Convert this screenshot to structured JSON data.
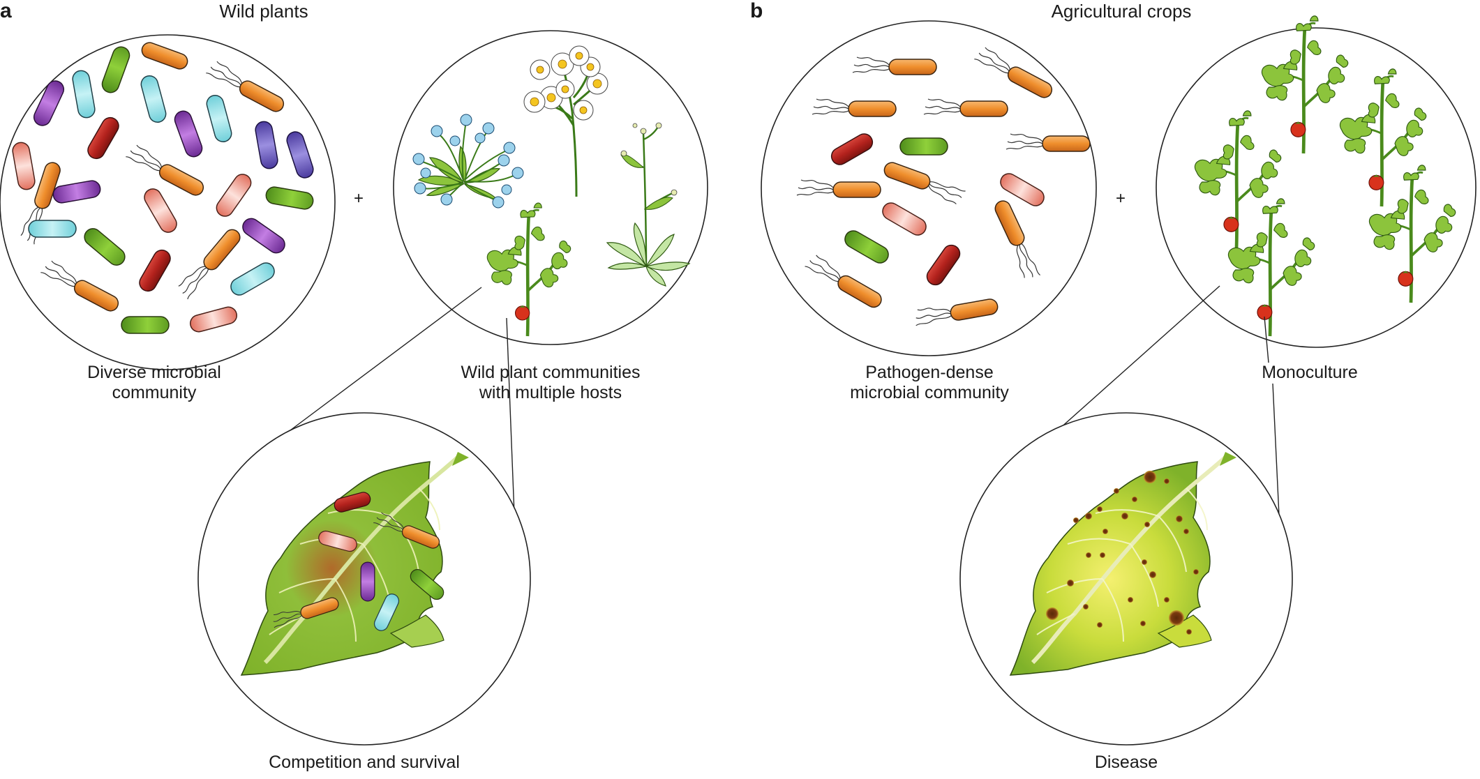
{
  "panel_a": {
    "letter": "a",
    "title": "Wild plants",
    "plus": "+",
    "microbes_label": [
      "Diverse microbial",
      "community"
    ],
    "plants_label": [
      "Wild plant communities",
      "with multiple hosts"
    ],
    "outcome_label": "Competition and survival"
  },
  "panel_b": {
    "letter": "b",
    "title": "Agricultural crops",
    "plus": "+",
    "microbes_label": [
      "Pathogen-dense",
      "microbial community"
    ],
    "plants_label": [
      "Monoculture"
    ],
    "outcome_label": "Disease"
  },
  "colors": {
    "orange": "#ec8a2c",
    "red": "#b3221d",
    "green": "#6aa12a",
    "cyan": "#7fd6df",
    "purple": "#7b3aa0",
    "blue_purple": "#5b4bb0",
    "salmon": "#e98575",
    "leaf_green": "#8cc43c",
    "leaf_dark": "#4e8a1c",
    "tomato": "#d8321c"
  }
}
